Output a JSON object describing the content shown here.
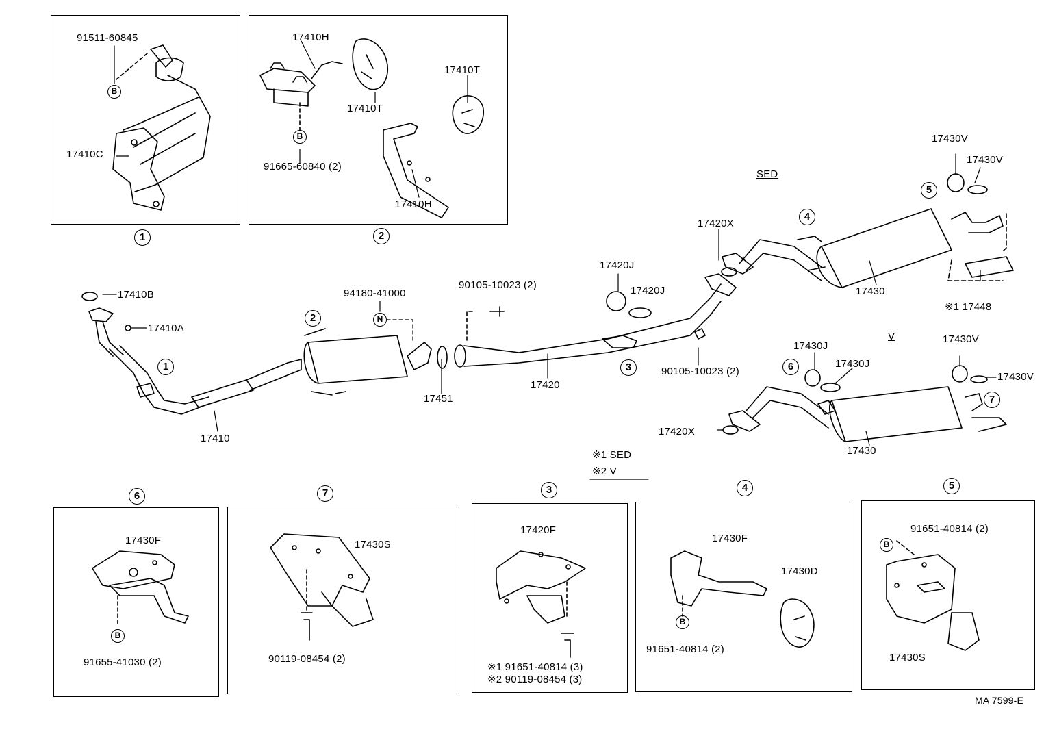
{
  "labels": {
    "p91511": "91511-60845",
    "p17410C": "17410C",
    "p17410H_a": "17410H",
    "p17410T_a": "17410T",
    "p17410T_b": "17410T",
    "p91665": "91665-60840 (2)",
    "p17410H_b": "17410H",
    "p17410B": "17410B",
    "p17410A": "17410A",
    "p17410": "17410",
    "p94180": "94180-41000",
    "p90105_a": "90105-10023 (2)",
    "p17451": "17451",
    "p17420": "17420",
    "p17420J_a": "17420J",
    "p17420J_b": "17420J",
    "p90105_b": "90105-10023 (2)",
    "p17420X_a": "17420X",
    "p17420X_b": "17420X",
    "sed": "SED",
    "v": "V",
    "p17430_a": "17430",
    "p17430_b": "17430",
    "p17430V_a": "17430V",
    "p17430V_b": "17430V",
    "p17430V_c": "17430V",
    "p17430V_d": "17430V",
    "p17448": "※1 17448",
    "p17430J_a": "17430J",
    "p17430J_b": "17430J",
    "note1": "※1  SED",
    "note2": "※2  V",
    "p17430F_a": "17430F",
    "p91655": "91655-41030 (2)",
    "p17430S_a": "17430S",
    "p90119": "90119-08454 (2)",
    "p17420F": "17420F",
    "p91651_3": "※1  91651-40814 (3)",
    "p90119_3": "※2  90119-08454 (3)",
    "p17430F_b": "17430F",
    "p17430D": "17430D",
    "p91651_a": "91651-40814 (2)",
    "p91651_b": "91651-40814 (2)",
    "p17430S_b": "17430S",
    "code": "MA 7599-E"
  },
  "callouts": {
    "one": "1",
    "two": "2",
    "three": "3",
    "four": "4",
    "five": "5",
    "six": "6",
    "seven": "7",
    "B": "B",
    "N": "N"
  }
}
